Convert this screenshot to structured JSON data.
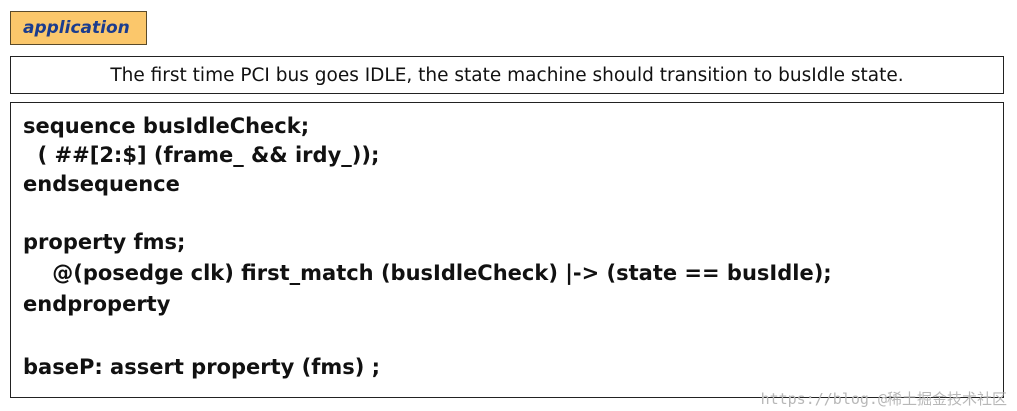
{
  "tag": {
    "label": "application"
  },
  "description": "The first time PCI bus goes IDLE, the state machine should transition to busIdle state.",
  "code": {
    "lines": [
      "sequence busIdleCheck;",
      "  ( ##[2:$] (frame_ && irdy_));",
      "endsequence",
      "property fms;",
      "    @(posedge clk) first_match (busIdleCheck) |-> (state == busIdle);",
      "endproperty",
      "baseP: assert property (fms) ;"
    ]
  },
  "watermark": "https://blog.@稀土掘金技术社区"
}
